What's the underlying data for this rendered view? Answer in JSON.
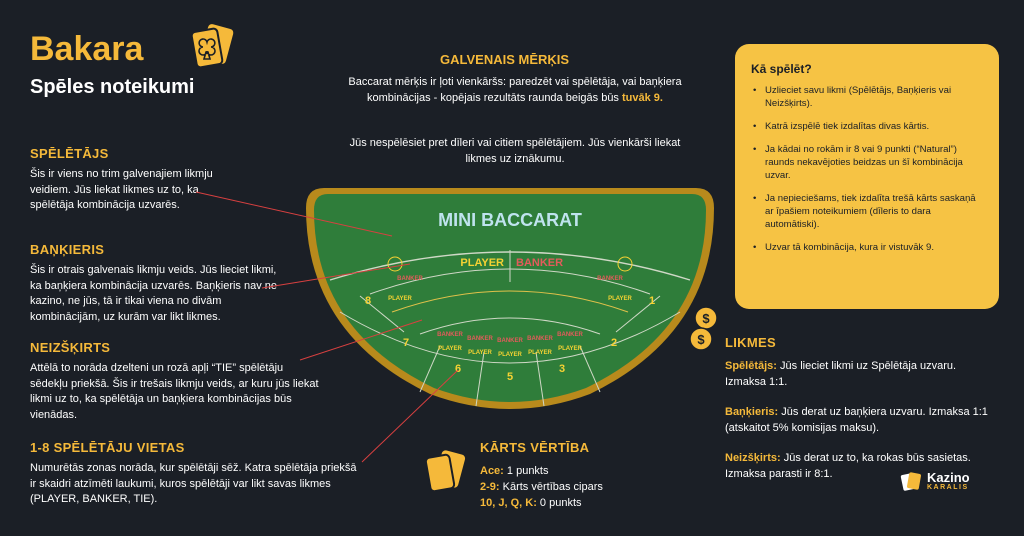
{
  "header": {
    "title": "Bakara",
    "subtitle": "Spēles noteikumi"
  },
  "main_goal": {
    "heading": "GALVENAIS MĒRĶIS",
    "text": "Baccarat mērķis ir ļoti vienkāršs: paredzēt vai spēlētāja, vai baņķiera kombinācijas - kopējais rezultāts raunda beigās būs",
    "highlight": "tuvāk 9.",
    "text2": "Jūs nespēlēsiet pret dīleri vai citiem spēlētājiem. Jūs vienkārši liekat likmes uz iznākumu."
  },
  "left_sections": [
    {
      "heading": "SPĒLĒTĀJS",
      "text": "Šis ir viens no trim galvenajiem likmju veidiem. Jūs liekat likmes uz to, ka spēlētāja kombinācija uzvarēs."
    },
    {
      "heading": "BAŅĶIERIS",
      "text": "Šis ir otrais galvenais likmju veids. Jūs lieciet likmi, ka baņķiera kombinācija uzvarēs. Baņķieris nav ne kazino, ne jūs, tā ir tikai viena no divām kombinācijām, uz kurām var likt likmes."
    },
    {
      "heading": "NEIZŠĶIRTS",
      "text": "Attēlā to norāda dzelteni un rozā apļi “TIE” spēlētāju sēdekļu priekšā. Šis ir trešais likmju veids, ar kuru jūs liekat likmi uz to, ka spēlētāja un baņķiera kombinācijas būs vienādas."
    },
    {
      "heading": "1-8 SPĒLĒTĀJU VIETAS",
      "text": "Numurētās zonas norāda, kur spēlētāji sēž. Katra spēlētāja priekšā ir skaidri atzīmēti laukumi, kuros spēlētāji var likt savas likmes (PLAYER, BANKER, TIE)."
    }
  ],
  "how_to_play": {
    "heading": "Kā spēlēt?",
    "items": [
      "Uzlieciet savu likmi (Spēlētājs, Baņķieris vai Neizšķirts).",
      "Katrā izspēlē tiek izdalītas divas kārtis.",
      "Ja kādai no rokām ir 8 vai 9 punkti (“Natural”) raunds nekavējoties beidzas un šī kombinācija uzvar.",
      "Ja nepieciešams, tiek izdalīta trešā kārts saskaņā ar īpašiem noteikumiem (dīleris to dara automātiski).",
      "Uzvar tā kombinācija, kura ir vistuvāk 9."
    ]
  },
  "bets": {
    "heading": "LIKMES",
    "items": [
      {
        "label": "Spēlētājs:",
        "text": "Jūs lieciet likmi uz Spēlētāja uzvaru. Izmaksa 1:1."
      },
      {
        "label": "Baņķieris:",
        "text": "Jūs derat uz baņķiera uzvaru. Izmaksa 1:1 (atskaitot 5% komisijas maksu)."
      },
      {
        "label": "Neizšķirts:",
        "text": "Jūs derat uz to, ka rokas būs sasietas. Izmaksa parasti ir 8:1."
      }
    ]
  },
  "card_values": {
    "heading": "KĀRTS VĒRTĪBA",
    "items": [
      {
        "label": "Ace:",
        "text": "1 punkts"
      },
      {
        "label": "2-9:",
        "text": "Kārts vērtības cipars"
      },
      {
        "label": "10, J, Q, K:",
        "text": "0 punkts"
      }
    ]
  },
  "table": {
    "title": "MINI BACCARAT",
    "player": "PLAYER",
    "banker": "BANKER",
    "seat_numbers": [
      "8",
      "7",
      "6",
      "5",
      "3",
      "2",
      "1"
    ],
    "zone_player": "PLAYER",
    "zone_banker": "BANKER"
  },
  "logo": {
    "name": "Kazino",
    "sub": "KARALIS"
  },
  "colors": {
    "accent": "#f5b93a",
    "background": "#1b1f26",
    "felt": "#2f7d3a",
    "rim": "#b88a1c",
    "box": "#f6c344"
  }
}
